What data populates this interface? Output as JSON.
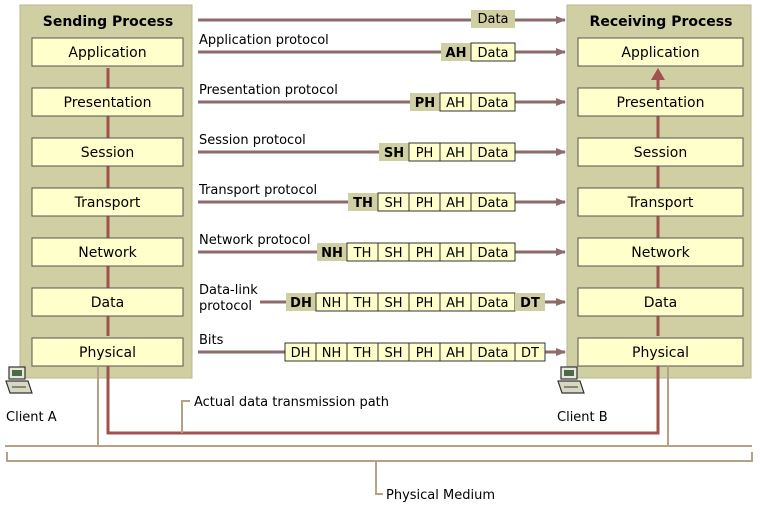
{
  "sending": {
    "title": "Sending Process",
    "layers": [
      "Application",
      "Presentation",
      "Session",
      "Transport",
      "Network",
      "Data",
      "Physical"
    ]
  },
  "receiving": {
    "title": "Receiving Process",
    "layers": [
      "Application",
      "Presentation",
      "Session",
      "Transport",
      "Network",
      "Data",
      "Physical"
    ]
  },
  "top_packet": {
    "data_label": "Data"
  },
  "protocol_rows": [
    {
      "label": [
        "Application protocol"
      ],
      "new_header": "AH",
      "existing": [],
      "trailer": ""
    },
    {
      "label": [
        "Presentation protocol"
      ],
      "new_header": "PH",
      "existing": [
        "AH"
      ],
      "trailer": ""
    },
    {
      "label": [
        "Session protocol"
      ],
      "new_header": "SH",
      "existing": [
        "PH",
        "AH"
      ],
      "trailer": ""
    },
    {
      "label": [
        "Transport protocol"
      ],
      "new_header": "TH",
      "existing": [
        "SH",
        "PH",
        "AH"
      ],
      "trailer": ""
    },
    {
      "label": [
        "Network protocol"
      ],
      "new_header": "NH",
      "existing": [
        "TH",
        "SH",
        "PH",
        "AH"
      ],
      "trailer": ""
    },
    {
      "label": [
        "Data-link",
        "protocol"
      ],
      "new_header": "DH",
      "existing": [
        "NH",
        "TH",
        "SH",
        "PH",
        "AH"
      ],
      "trailer": "DT"
    },
    {
      "label": [
        "Bits"
      ],
      "new_header": "",
      "existing": [
        "DH",
        "NH",
        "TH",
        "SH",
        "PH",
        "AH"
      ],
      "trailer": "DT",
      "plain_trailer": true
    }
  ],
  "data_cell_label": "Data",
  "client_a": "Client A",
  "client_b": "Client B",
  "path_label": "Actual data transmission path",
  "medium_label": "Physical Medium",
  "colors": {
    "panel": "#cfcfa3",
    "layer_box": "#ffffcc",
    "arrow": "#8c6b6b",
    "path_line": "#a0524d",
    "medium_line": "#b5a285",
    "header_bg": "#cfcfa3",
    "cell_bg": "#ffffcc"
  },
  "icons": [
    "computer-icon"
  ]
}
